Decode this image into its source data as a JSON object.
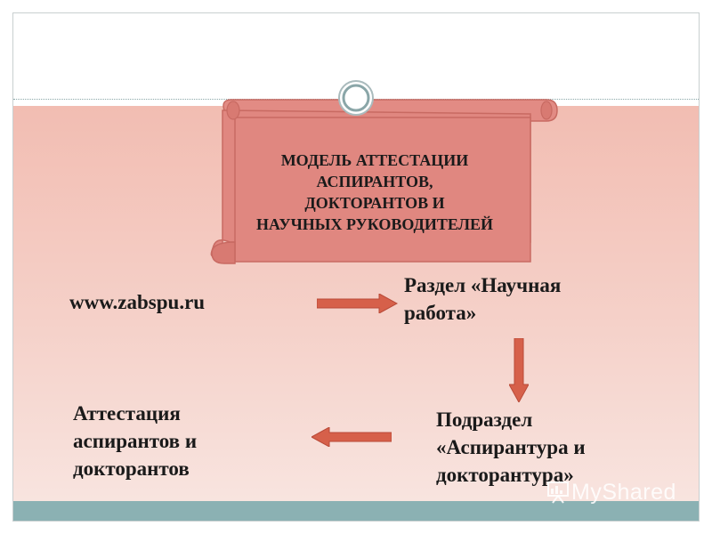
{
  "slide": {
    "title": "МОДЕЛЬ АТТЕСТАЦИИ\nАСПИРАНТОВ,\nДОКТОРАНТОВ И\nНАУЧНЫХ РУКОВОДИТЕЛЕЙ"
  },
  "nodes": {
    "website": "www.zabspu.ru",
    "section": "Раздел «Научная\nработа»",
    "subsection": "Подраздел\n«Аспирантура и\nдокторантура»",
    "certification": "Аттестация\nаспирантов и\nдокторантов"
  },
  "arrows": [
    {
      "from": "website",
      "to": "section",
      "direction": "right"
    },
    {
      "from": "section",
      "to": "subsection",
      "direction": "down"
    },
    {
      "from": "subsection",
      "to": "certification",
      "direction": "left"
    }
  ],
  "watermark": {
    "text": "MyShared"
  },
  "colors": {
    "scroll_fill": "#e08780",
    "arrow_fill": "#d6604a",
    "band_pink": "#f2bdb2",
    "band_teal": "#8bb1b3"
  }
}
